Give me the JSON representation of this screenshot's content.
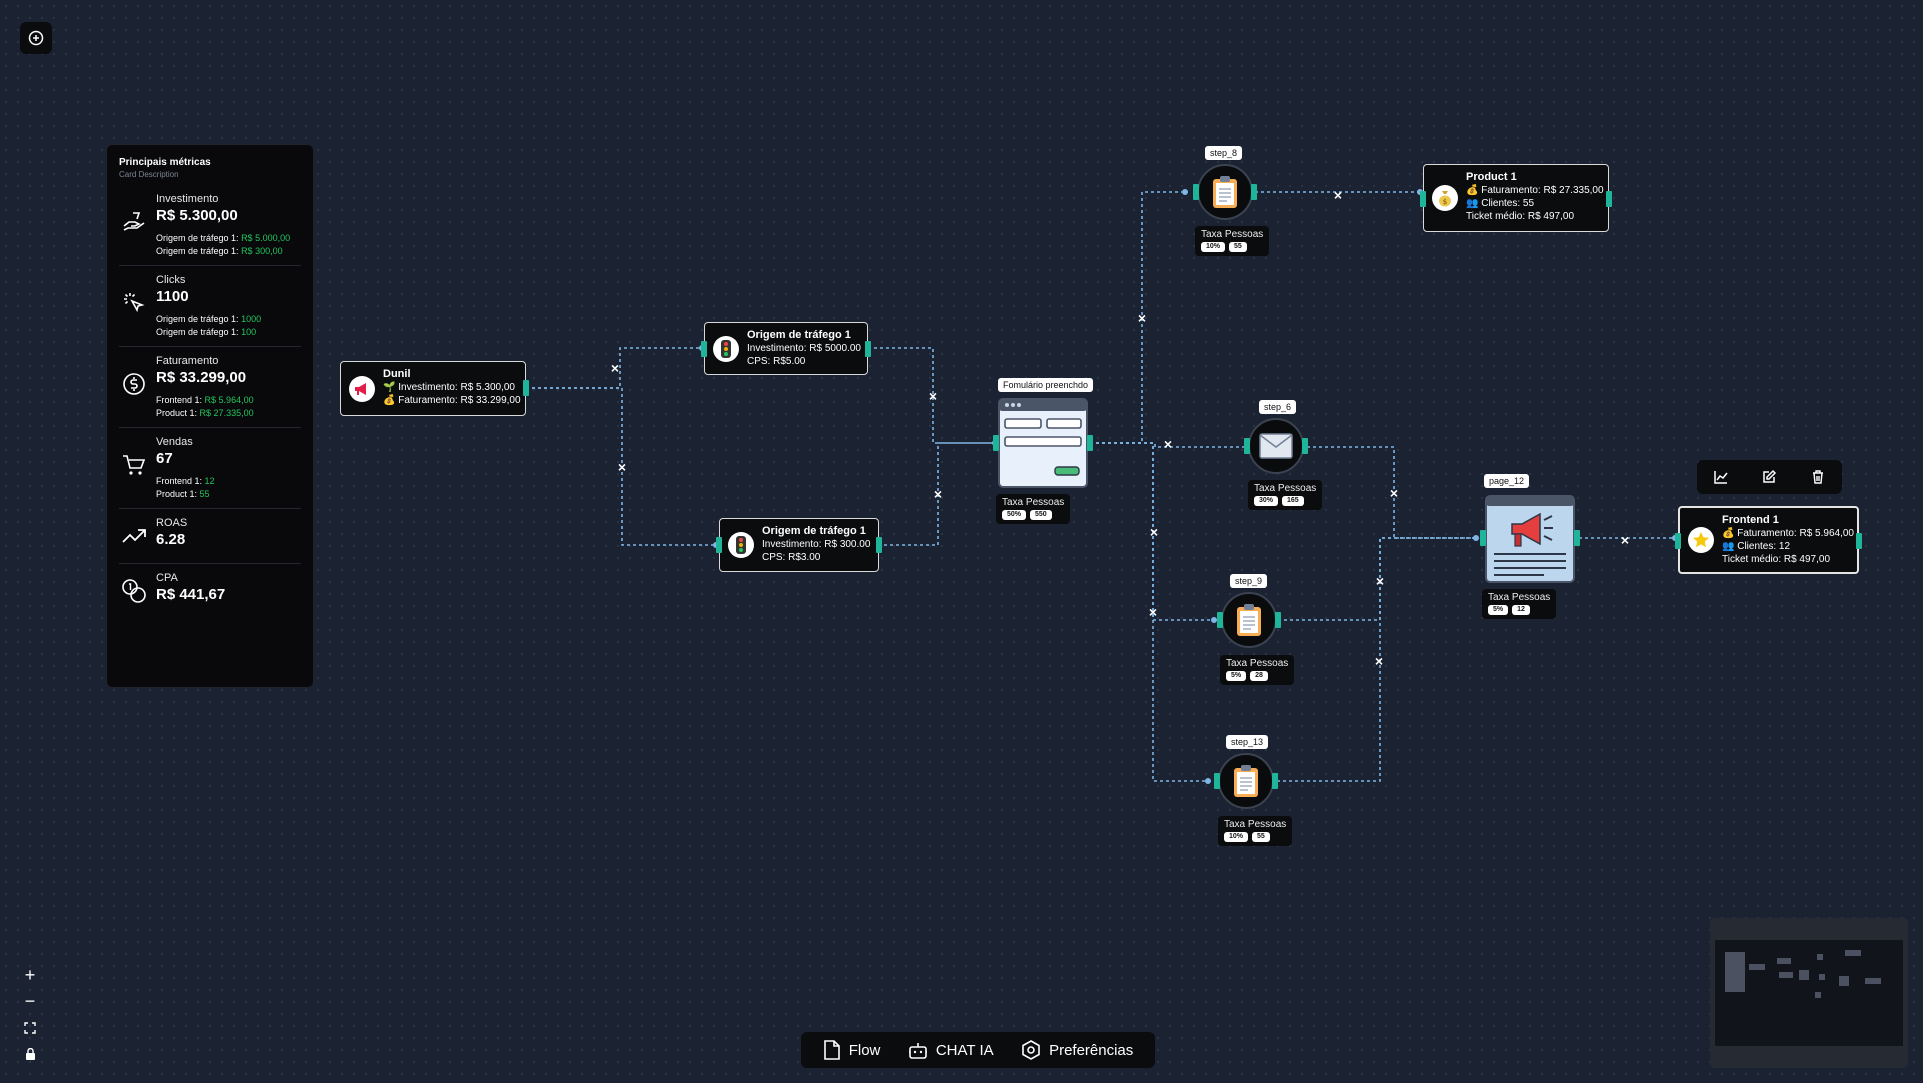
{
  "canvas": {
    "add_button_icon": "plus-circle-icon"
  },
  "metrics_card": {
    "title": "Principais métricas",
    "description": "Card Description",
    "rows": [
      {
        "icon": "hand-money-icon",
        "label": "Investimento",
        "value": "R$ 5.300,00",
        "subs": [
          {
            "k": "Origem de tráfego 1:",
            "v": "R$ 5.000,00"
          },
          {
            "k": "Origem de tráfego 1:",
            "v": "R$ 300,00"
          }
        ]
      },
      {
        "icon": "click-cursor-icon",
        "label": "Clicks",
        "value": "1100",
        "subs": [
          {
            "k": "Origem de tráfego 1:",
            "v": "1000"
          },
          {
            "k": "Origem de tráfego 1:",
            "v": "100"
          }
        ]
      },
      {
        "icon": "dollar-circle-icon",
        "label": "Faturamento",
        "value": "R$ 33.299,00",
        "subs": [
          {
            "k": "Frontend 1:",
            "v": "R$ 5.964,00"
          },
          {
            "k": "Product 1:",
            "v": "R$ 27.335,00"
          }
        ]
      },
      {
        "icon": "cart-icon",
        "label": "Vendas",
        "value": "67",
        "subs": [
          {
            "k": "Frontend 1:",
            "v": "12"
          },
          {
            "k": "Product 1:",
            "v": "55"
          }
        ]
      },
      {
        "icon": "trending-up-icon",
        "label": "ROAS",
        "value": "6.28",
        "subs": []
      },
      {
        "icon": "coins-icon",
        "label": "CPA",
        "value": "R$ 441,67",
        "subs": []
      }
    ]
  },
  "nodes": {
    "dunil": {
      "title": "Dunil",
      "line1": "Investimento: R$ 5.300,00",
      "line2": "Faturamento: R$ 33.299,00"
    },
    "origem_a": {
      "title": "Origem de tráfego 1",
      "line1": "Investimento: R$ 5000.00",
      "line2": "CPS: R$5.00"
    },
    "origem_b": {
      "title": "Origem de tráfego 1",
      "line1": "Investimento: R$ 300.00",
      "line2": "CPS: R$3.00"
    },
    "form": {
      "label": "Fomulário preenchdo",
      "stats_label": "Taxa Pessoas",
      "rate": "50%",
      "people": "550"
    },
    "step_8a": {
      "label": "step_8",
      "stats_label": "Taxa Pessoas",
      "rate": "10%",
      "people": "55"
    },
    "step_6": {
      "label": "step_6",
      "stats_label": "Taxa Pessoas",
      "rate": "30%",
      "people": "165"
    },
    "step_9": {
      "label": "step_9",
      "stats_label": "Taxa Pessoas",
      "rate": "5%",
      "people": "28"
    },
    "step_13": {
      "label": "step_13",
      "stats_label": "Taxa Pessoas",
      "rate": "10%",
      "people": "55"
    },
    "page_12": {
      "label": "page_12",
      "stats_label": "Taxa Pessoas",
      "rate": "5%",
      "people": "12"
    },
    "product_1": {
      "title": "Product 1",
      "line1": "Faturamento: R$ 27.335,00",
      "line2": "Clientes: 55",
      "line3": "Ticket médio: R$ 497,00"
    },
    "frontend_1": {
      "title": "Frontend 1",
      "line1": "Faturamento: R$ 5.964,00",
      "line2": "Clientes: 12",
      "line3": "Ticket médio: R$ 497,00"
    }
  },
  "node_toolbar": {
    "icons": [
      "chart-icon",
      "edit-icon",
      "trash-icon"
    ]
  },
  "bottom_bar": {
    "items": [
      {
        "icon": "file-icon",
        "label": "Flow"
      },
      {
        "icon": "bot-icon",
        "label": "CHAT IA"
      },
      {
        "icon": "settings-icon",
        "label": "Preferências"
      }
    ]
  },
  "zoom_controls": {
    "zoom_in": "+",
    "zoom_out": "−",
    "fit": "fit-view-icon",
    "lock": "lock-icon"
  },
  "colors": {
    "background": "#1b2333",
    "handle": "#1fb59a",
    "edge": "#7fb6e6",
    "accent_green": "#22c55e"
  }
}
